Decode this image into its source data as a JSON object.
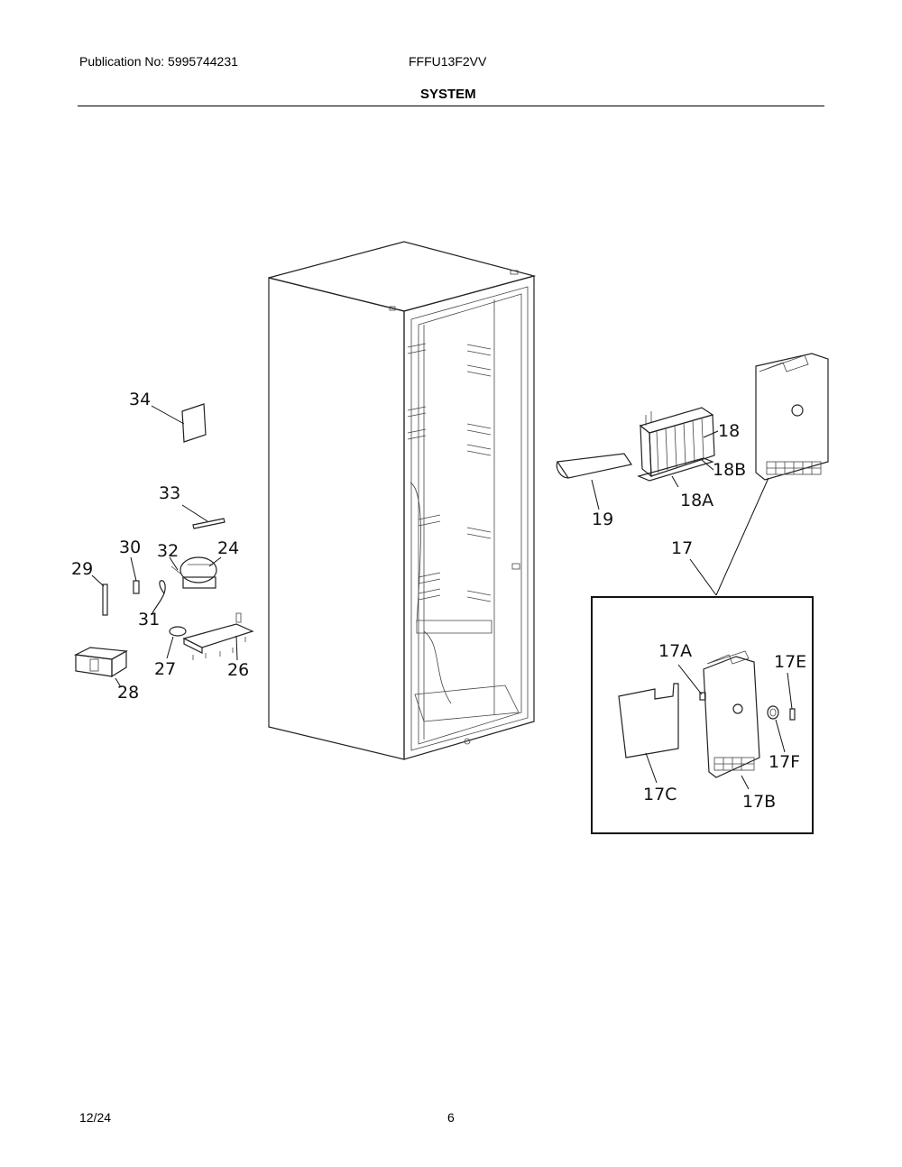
{
  "header": {
    "publication": "Publication No: 5995744231",
    "model": "FFFU13F2VV",
    "section": "SYSTEM"
  },
  "footer": {
    "date": "12/24",
    "page": "6"
  },
  "callouts": {
    "c34": "34",
    "c33": "33",
    "c30": "30",
    "c32": "32",
    "c24": "24",
    "c29": "29",
    "c31": "31",
    "c27": "27",
    "c26": "26",
    "c28": "28",
    "c18": "18",
    "c18B": "18B",
    "c18A": "18A",
    "c19": "19",
    "c17": "17",
    "c17A": "17A",
    "c17E": "17E",
    "c17F": "17F",
    "c17C": "17C",
    "c17B": "17B"
  }
}
